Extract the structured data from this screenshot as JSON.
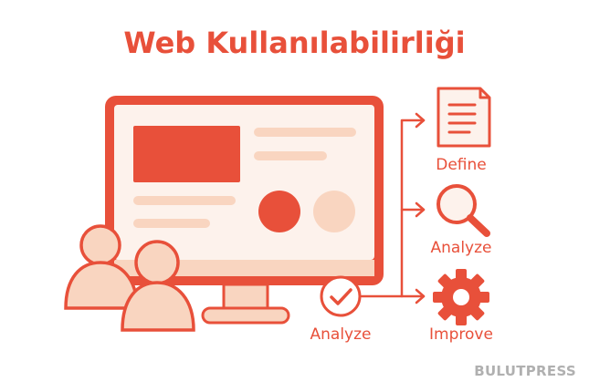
{
  "title": "Web Kullanılabilirliği",
  "steps": {
    "define": "Define",
    "analyze": "Analyze",
    "improve": "Improve"
  },
  "check_label": "Analyze",
  "brand": "BULUTPRESS",
  "colors": {
    "primary": "#e8503a",
    "light": "#f9d5c0",
    "screen_bg": "#fdf2ec",
    "title": "#e8503a",
    "label": "#e8503a",
    "brand": "#b0b0b0"
  },
  "icons": {
    "monitor": "monitor-icon",
    "users": "users-icon",
    "document": "document-icon",
    "search": "magnifier-icon",
    "gear": "gear-icon",
    "check": "check-circle-icon"
  }
}
